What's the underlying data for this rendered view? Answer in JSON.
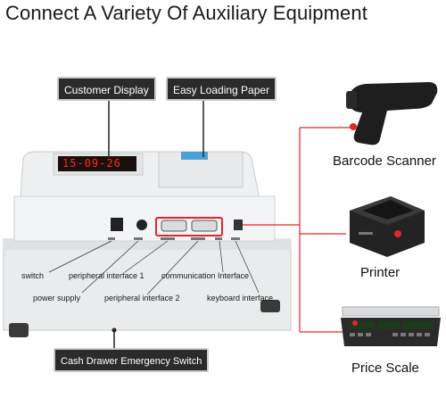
{
  "title": "Connect A Variety Of Auxiliary Equipment",
  "tags": {
    "customer_display": "Customer Display",
    "easy_loading_paper": "Easy Loading Paper",
    "cash_drawer": "Cash Drawer Emergency Switch"
  },
  "display_time": "15-09-26",
  "port_labels": {
    "switch": "switch",
    "peripheral_1": "peripheral interface 1",
    "communication": "communication Interface",
    "power_supply": "power supply",
    "peripheral_2": "peripheral interface 2",
    "keyboard": "keyboard interface"
  },
  "devices": {
    "scanner": "Barcode Scanner",
    "printer": "Printer",
    "scale": "Price Scale"
  },
  "colors": {
    "highlight": "#e3262b",
    "tag_bg": "#2b2b2b",
    "display_red": "#ff2a1a"
  }
}
